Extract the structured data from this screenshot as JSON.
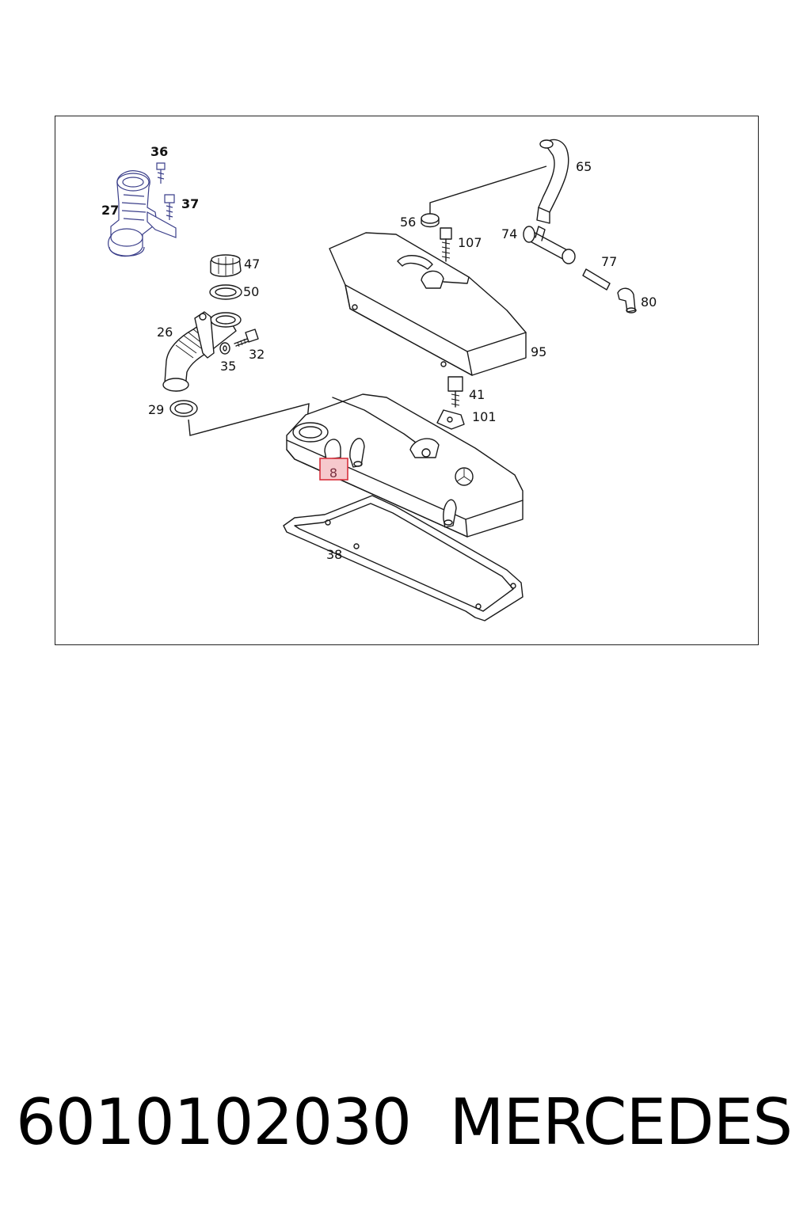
{
  "diagram": {
    "callouts": {
      "c36": "36",
      "c27": "27",
      "c37": "37",
      "c47": "47",
      "c50": "50",
      "c26": "26",
      "c32": "32",
      "c35": "35",
      "c29": "29",
      "c56": "56",
      "c107": "107",
      "c65": "65",
      "c74": "74",
      "c77": "77",
      "c80": "80",
      "c95": "95",
      "c41": "41",
      "c101": "101",
      "c8": "8",
      "c38": "38"
    },
    "highlighted_part": "8",
    "highlight_color": "#d7303c",
    "inset_color": "#3b3f8a"
  },
  "footer": {
    "part_number": "6010102030",
    "brand": "MERCEDES"
  }
}
